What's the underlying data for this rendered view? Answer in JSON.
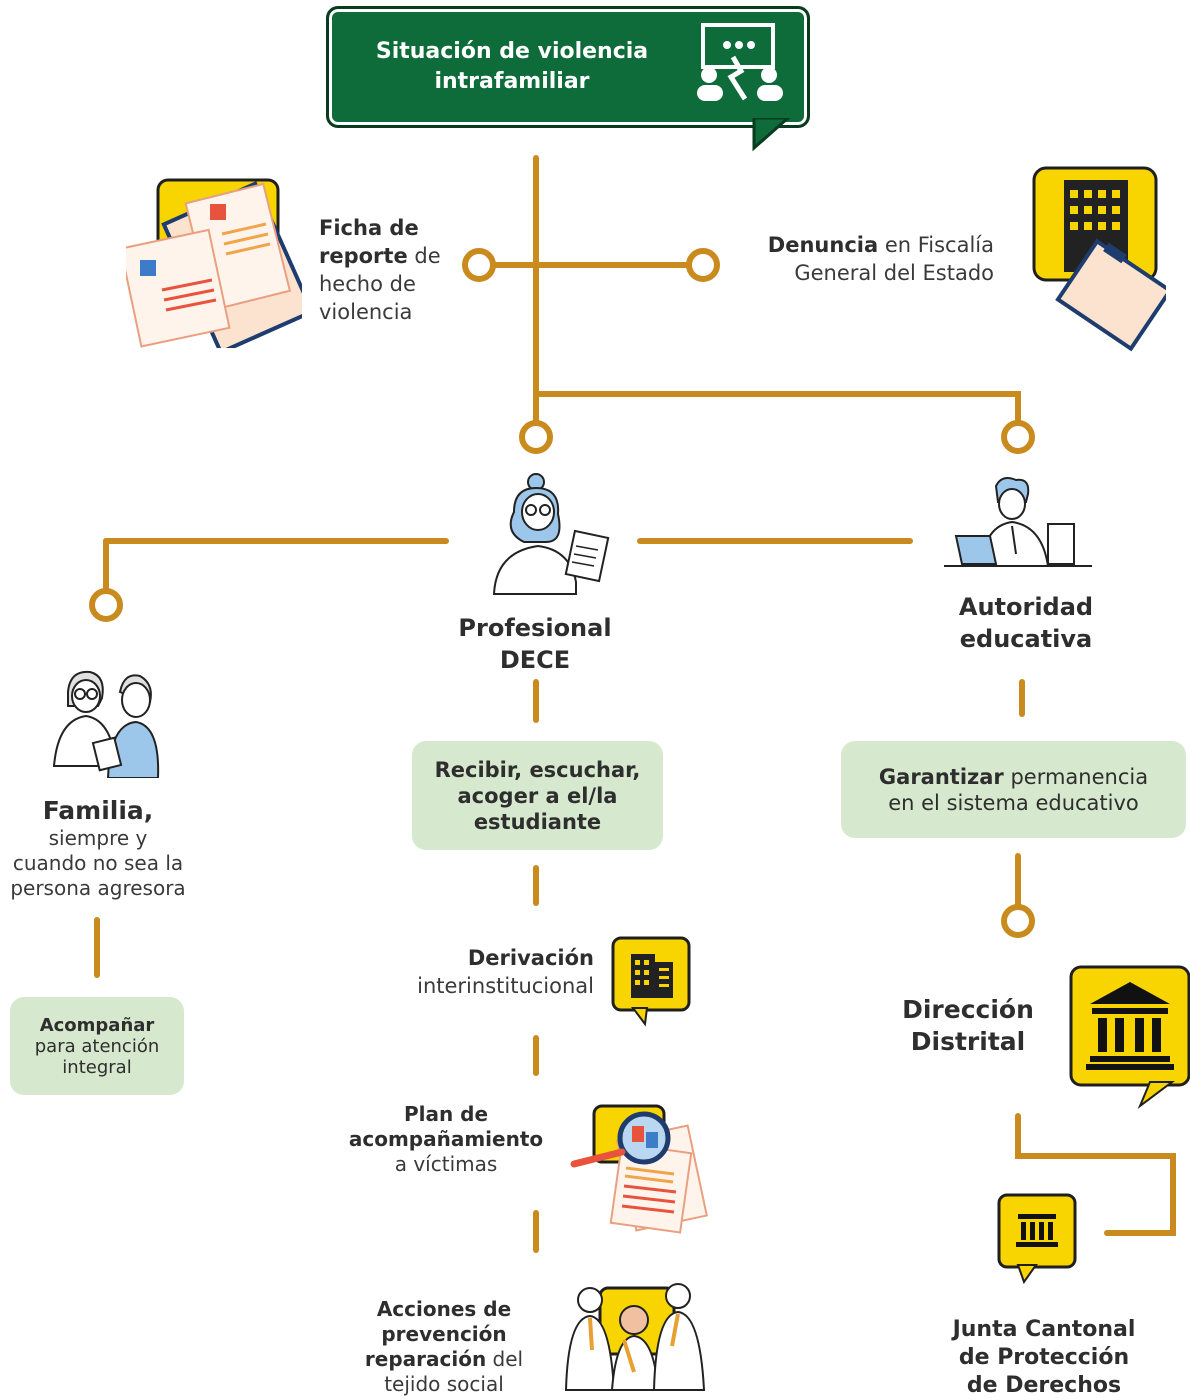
{
  "header": {
    "title_line1": "Situación de violencia",
    "title_line2": "intrafamiliar",
    "icon": "conflict-chat-icon"
  },
  "top_left": {
    "bold": "Ficha de",
    "bold2": "reporte",
    "rest1": " de",
    "line3": "hecho de",
    "line4": "violencia",
    "icon": "report-form-icon"
  },
  "top_right": {
    "bold": "Denuncia",
    "rest": " en Fiscalía",
    "line2": "General del Estado",
    "icon": "building-clipboard-icon"
  },
  "dece": {
    "line1": "Profesional",
    "line2": "DECE",
    "icon": "woman-with-document-icon"
  },
  "autoridad": {
    "line1": "Autoridad",
    "line2": "educativa",
    "icon": "man-at-laptop-icon"
  },
  "familia": {
    "bold": "Familia,",
    "line2": "siempre y",
    "line3": "cuando no sea la",
    "line4": "persona agresora",
    "icon": "elderly-couple-icon"
  },
  "acompanar": {
    "bold": "Acompañar",
    "line2": "para atención",
    "line3": "integral"
  },
  "recibir": {
    "line1": "Recibir, escuchar,",
    "line2": "acoger a el/la",
    "line3": "estudiante"
  },
  "garantizar": {
    "bold": "Garantizar",
    "rest": " permanencia",
    "line2": "en el sistema educativo"
  },
  "derivacion": {
    "bold": "Derivación",
    "line2": "interinstitucional",
    "icon": "office-building-icon"
  },
  "plan": {
    "line1": "Plan de",
    "line2": "acompañamiento",
    "line3": "a víctimas",
    "icon": "magnifier-document-icon"
  },
  "acciones": {
    "line1": "Acciones de",
    "line2": "prevención",
    "bold3": "reparación",
    "rest3": " del",
    "line4": "tejido social",
    "icon": "people-group-icon"
  },
  "direccion": {
    "line1": "Dirección",
    "line2": "Distrital",
    "icon": "government-building-icon"
  },
  "junta": {
    "line1": "Junta Cantonal",
    "line2": "de Protección",
    "line3": "de Derechos",
    "icon": "courthouse-icon"
  },
  "colors": {
    "header_green": "#0e6b3a",
    "connector": "#c98a1e",
    "box_green": "#d6e9cf",
    "icon_yellow": "#f8d400"
  }
}
